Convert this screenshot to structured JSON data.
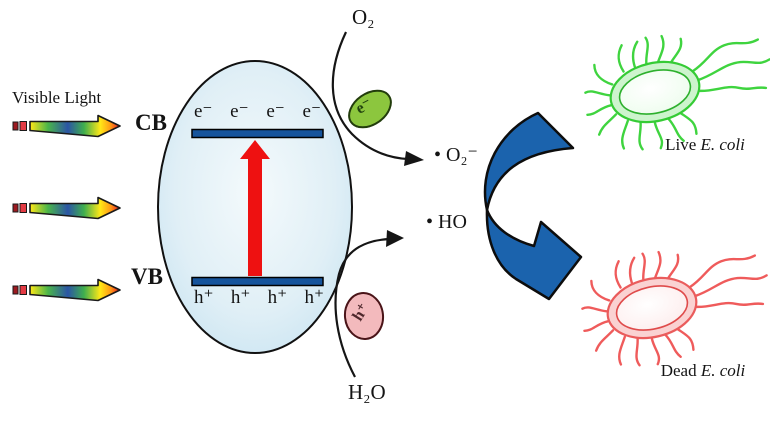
{
  "labels": {
    "visible_light": "Visible Light",
    "cb": "CB",
    "vb": "VB",
    "oxygen": "O₂",
    "superoxide_radical": "• O₂⁻",
    "hydroxyl_radical": "• HO",
    "water": "H₂O",
    "live_prefix": "Live",
    "dead_prefix": "Dead",
    "species": "E. coli"
  },
  "symbols": {
    "electron": "e⁻",
    "hole": "h⁺"
  },
  "counts": {
    "electrons_on_cb": 4,
    "holes_on_vb": 4,
    "light_arrows": 3
  },
  "colors": {
    "semiconductor_fill": "#c6e3ef",
    "band_bar": "#16549c",
    "excitation_arrow": "#ee1111",
    "process_arrow": "#1b63ad",
    "electron_carrier": "#8cc63e",
    "hole_carrier": "#f3babd",
    "live_ecoli": "#3fd43f",
    "dead_ecoli": "#ef5b5b"
  }
}
